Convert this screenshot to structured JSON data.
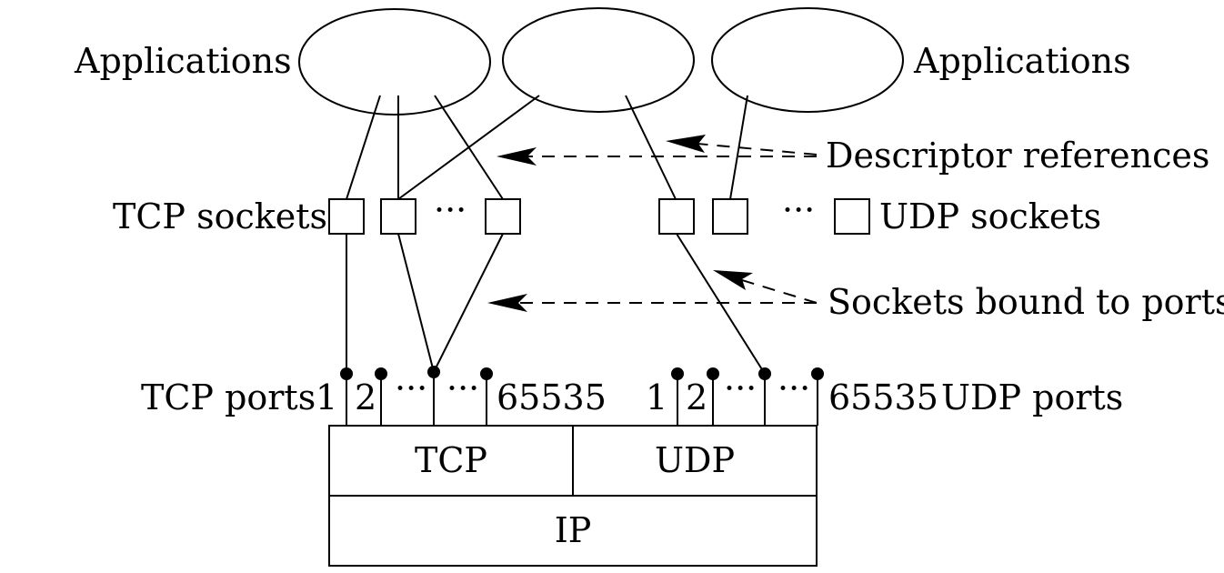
{
  "labels": {
    "applications_left": "Applications",
    "applications_right": "Applications",
    "descriptor_references": "Descriptor references",
    "tcp_sockets": "TCP sockets",
    "udp_sockets": "UDP sockets",
    "sockets_bound": "Sockets bound to ports",
    "tcp_ports": "TCP ports",
    "udp_ports": "UDP ports",
    "ellipsis": "···"
  },
  "ports": {
    "tcp": [
      "1",
      "2",
      "···",
      "···",
      "65535"
    ],
    "udp": [
      "1",
      "2",
      "···",
      "···",
      "65535"
    ]
  },
  "layers": {
    "tcp": "TCP",
    "udp": "UDP",
    "ip": "IP"
  }
}
